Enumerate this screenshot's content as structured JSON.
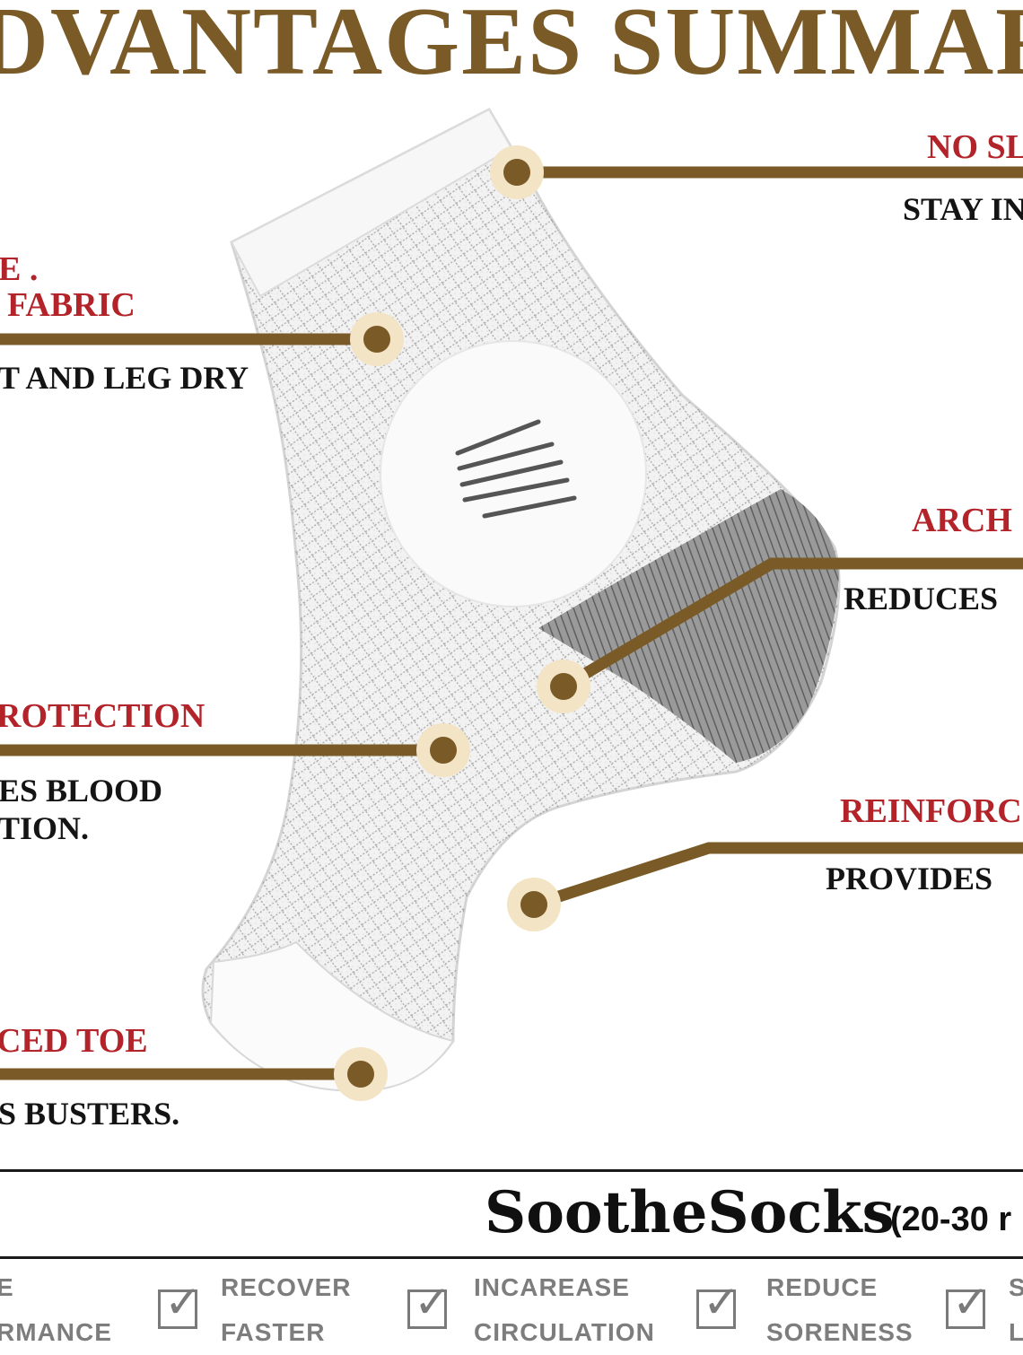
{
  "header": {
    "title": "DVANTAGES SUMMAR"
  },
  "callouts_left": [
    {
      "red_lines": [
        "E .",
        "FABRIC"
      ],
      "black_lines": [
        "T AND LEG DRY"
      ]
    },
    {
      "red_lines": [
        "ROTECTION"
      ],
      "black_lines": [
        "ES BLOOD",
        "TION."
      ]
    },
    {
      "red_lines": [
        "CED TOE"
      ],
      "black_lines": [
        "S BUSTERS."
      ]
    }
  ],
  "callouts_right": [
    {
      "red_lines": [
        "NO SL"
      ],
      "black_lines": [
        "STAY IN"
      ]
    },
    {
      "red_lines": [
        "ARCH"
      ],
      "black_lines": [
        "REDUCES"
      ]
    },
    {
      "red_lines": [
        "REINFORC"
      ],
      "black_lines": [
        "PROVIDES"
      ]
    }
  ],
  "brand": {
    "name": "SootheSocks",
    "spec": "(20-30 r"
  },
  "benefits": [
    {
      "line1": "E",
      "line2": "RMANCE"
    },
    {
      "line1": "RECOVER",
      "line2": "FASTER"
    },
    {
      "line1": "INCAREASE",
      "line2": "CIRCULATION"
    },
    {
      "line1": "REDUCE",
      "line2": "SORENESS"
    },
    {
      "line1": "S",
      "line2": "L"
    }
  ],
  "icons": {
    "check": "checkbox-check-icon",
    "marker": "callout-dot-icon"
  },
  "colors": {
    "title": "#7a5a26",
    "accent_red": "#b3232a",
    "leader": "#7a5a26",
    "dot_halo": "#f3e4c6",
    "benefit_gray": "#7d7d7d"
  }
}
